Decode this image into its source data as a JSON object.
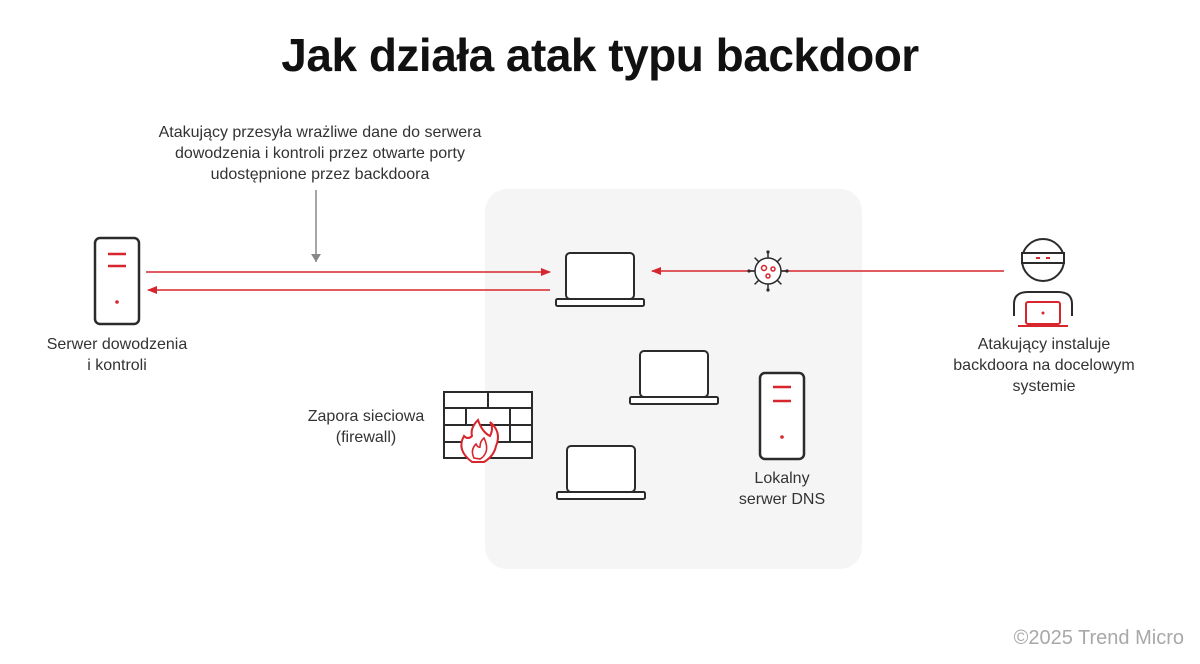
{
  "title": "Jak działa atak typu backdoor",
  "notes": {
    "exfiltration": [
      "Atakujący przesyła wrażliwe dane do serwera",
      "dowodzenia i kontroli przez otwarte porty",
      "udostępnione przez backdoora"
    ],
    "c2_server": [
      "Serwer dowodzenia",
      "i kontroli"
    ],
    "attacker": [
      "Atakujący instaluje",
      "backdoora na docelowym",
      "systemie"
    ],
    "firewall": [
      "Zapora sieciowa",
      "(firewall)"
    ],
    "dns_server": [
      "Lokalny",
      "serwer DNS"
    ]
  },
  "icons": {
    "c2_server": "server-icon",
    "target_laptop": "laptop-icon",
    "malware": "virus-icon",
    "attacker": "hacker-icon",
    "firewall": "firewall-icon",
    "dns_server": "server-icon",
    "network_laptops": [
      "laptop-icon",
      "laptop-icon"
    ]
  },
  "colors": {
    "accent_red": "#d7262d",
    "outline": "#2b2b2b",
    "zone_background": "#f6f5f5",
    "muted_text": "#a8a8a8"
  },
  "copyright": "©2025 Trend Micro"
}
